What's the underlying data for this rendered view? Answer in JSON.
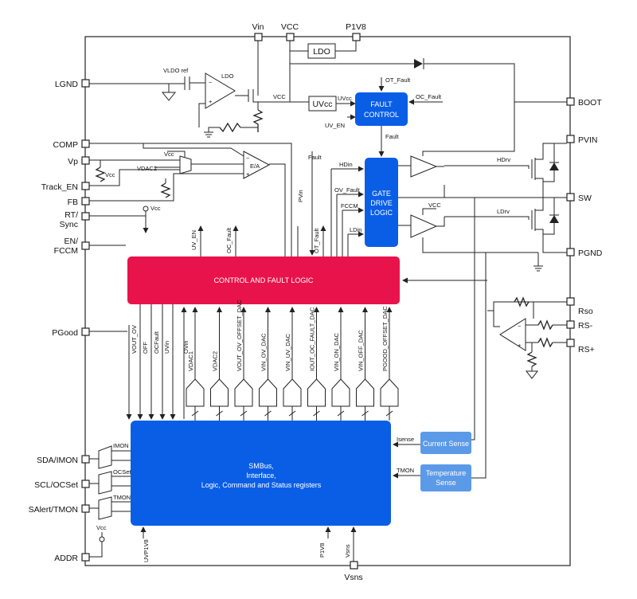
{
  "pins_left": [
    "LGND",
    "COMP",
    "Vp",
    "Track_EN",
    "FB",
    "RT/",
    "Sync",
    "EN/",
    "FCCM",
    "PGood",
    "SDA/IMON",
    "SCL/OCSet",
    "SAlert/TMON",
    "ADDR"
  ],
  "pins_right": [
    "BOOT",
    "PVIN",
    "SW",
    "PGND",
    "Rso",
    "RS-",
    "RS+"
  ],
  "pins_top": [
    "Vin",
    "VCC",
    "P1V8"
  ],
  "pin_bottom": "Vsns",
  "blocks": {
    "ldo": "LDO",
    "uvcc": "UVcc",
    "fault_control": [
      "FAULT",
      "CONTROL"
    ],
    "gate_drive": [
      "GATE",
      "DRIVE",
      "LOGIC"
    ],
    "control_logic": "CONTROL AND FAULT LOGIC",
    "smbus": [
      "SMBus,",
      "Interface,",
      "Logic, Command and Status registers"
    ],
    "current_sense": "Current Sense",
    "temperature_sense": [
      "Temperature",
      "Sense"
    ],
    "ea": "E/A",
    "imon": "IMON",
    "ocset": "OCSet",
    "tmon": "TMON"
  },
  "labels": {
    "vldo_ref": "VLDO ref",
    "ldo_amp": "LDO",
    "vcc": "VCC",
    "uvcc_out": "UVcc",
    "uv_en": "UV_EN",
    "ot_fault": "OT_Fault",
    "oc_fault": "OC_Fault",
    "fault": "Fault",
    "hdin": "HDin",
    "ov_fault": "OV_Fault",
    "fccm": "FCCM",
    "ldin": "LDin",
    "hdrv": "HDrv",
    "ldrv": "LDrv",
    "vcc_gate": "VCC",
    "vcc_div": "Vcc",
    "vcc_vdac": "Vcc",
    "vdac2": "VDAC2",
    "vcc_rt": "Vcc",
    "vcc_addr": "Vcc",
    "isense": "Isense",
    "tmon_sig": "TMON",
    "uvp1v8": "UVP1V8",
    "p1v8_bottom": "P1V8",
    "vsns_sig": "Vsns",
    "vert_up": [
      "UV_EN",
      "OC_Fault",
      "PVin",
      "OT_Fault"
    ],
    "vert_down": [
      "VOUT_OV",
      "OFF",
      "OCFault",
      "UVin",
      "OVin",
      "VDAC1",
      "VDAC2",
      "VOUT_OV_OFFSET_DAC",
      "VIN_OV_DAC",
      "VIN_UV_DAC",
      "IOUT_OC_FAULT_DAC",
      "VIN_ON_DAC",
      "VIN_OFF_DAC",
      "PGOOD_OFFSET_DAC"
    ]
  },
  "colors": {
    "blue_block": "#0a5ee6",
    "red_block": "#e8134a",
    "light_blue_block": "#5b9ae8",
    "line": "#222222"
  }
}
